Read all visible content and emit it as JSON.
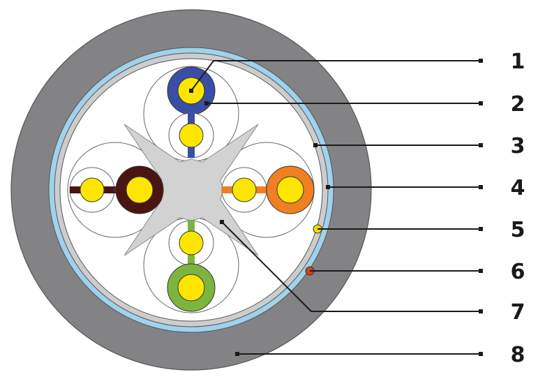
{
  "callouts": [
    {
      "label": "1"
    },
    {
      "label": "2"
    },
    {
      "label": "3"
    },
    {
      "label": "4"
    },
    {
      "label": "5"
    },
    {
      "label": "6"
    },
    {
      "label": "7"
    },
    {
      "label": "8"
    }
  ],
  "colors": {
    "outer_jacket": "#838385",
    "blue_layer": "#9fd2ec",
    "shield": "#cdcdcd",
    "core_bg": "#ffffff",
    "separator": "#d2d2d2",
    "conductor": "#fde500",
    "pair_blue": "#3a4ea5",
    "pair_brown": "#4a1510",
    "pair_orange": "#f07f22",
    "pair_green": "#7cb440",
    "drain_wire": "#f5dc00",
    "rip_cord": "#d8401a",
    "leader": "#1a1a1a"
  },
  "pairs": [
    {
      "name": "blue-pair",
      "color_key": "pair_blue"
    },
    {
      "name": "brown-pair",
      "color_key": "pair_brown"
    },
    {
      "name": "orange-pair",
      "color_key": "pair_orange"
    },
    {
      "name": "green-pair",
      "color_key": "pair_green"
    }
  ]
}
